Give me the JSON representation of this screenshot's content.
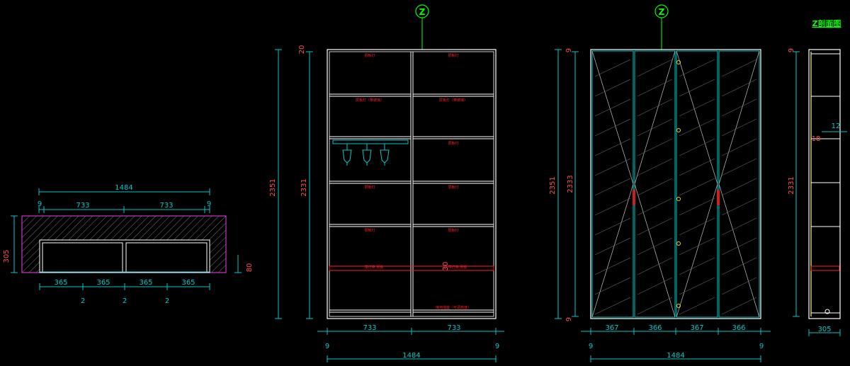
{
  "colors": {
    "background": "#000000",
    "dimension": "#00c8c8",
    "dimension_red": "#ff5050",
    "cabinet": "#ffffff",
    "section": "#cc33cc",
    "label": "#ff2020",
    "marker": "#00ff00",
    "handle": "#cc2020",
    "hinge": "#ffcc00",
    "side_panel": "#cccc66"
  },
  "section_title": "Z剖面图",
  "markers": {
    "elevation": "Z",
    "door_elevation": "Z"
  },
  "plan": {
    "overall_width": "1484",
    "side_margin_left": "9",
    "side_margin_right": "9",
    "half_widths": [
      "733",
      "733"
    ],
    "depth": "305",
    "door_depth": "80",
    "door_widths": [
      "365",
      "365",
      "365",
      "365"
    ],
    "gaps": [
      "2",
      "2",
      "2"
    ]
  },
  "front": {
    "height": "2351",
    "inner_height": "2331",
    "top_offset": "20",
    "bay_widths": [
      "733",
      "733"
    ],
    "margins": [
      "9",
      "9"
    ],
    "overall_width": "1484",
    "small_dim": "30",
    "shelf_labels_left": [
      "层板灯",
      "层板灯（带玻璃）",
      "",
      "层板灯",
      "层板灯",
      "带灯条 层板",
      ""
    ],
    "shelf_labels_right": [
      "层板灯",
      "层板灯（带玻璃）",
      "层板灯",
      "层板灯",
      "层板灯",
      "带灯条 层板",
      "接地插座（可调高度）"
    ]
  },
  "doors": {
    "height": "2351",
    "inner_height": "2333",
    "top_offset": "9",
    "bottom_offset": "9",
    "door_widths": [
      "367",
      "366",
      "367",
      "366"
    ],
    "margins": [
      "9",
      "9"
    ],
    "overall_width": "1484"
  },
  "side": {
    "depth": "305",
    "inner_height": "2331",
    "top_offset": "9",
    "shelf_thickness": "12",
    "shelf_gap": "18"
  }
}
